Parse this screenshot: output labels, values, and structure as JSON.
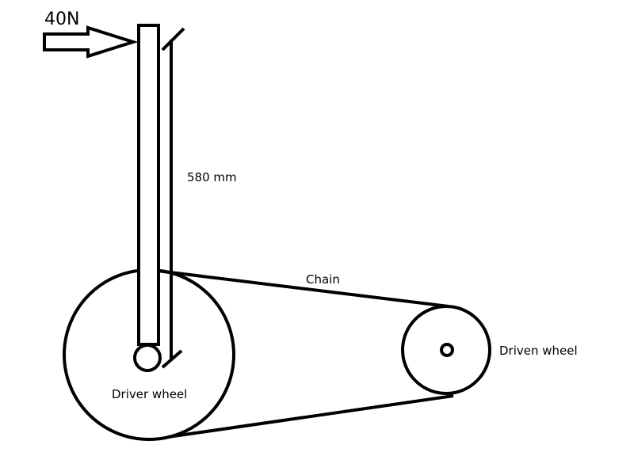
{
  "labels": {
    "force": "40N",
    "length": "580 mm",
    "chain": "Chain",
    "driver": "Driver wheel",
    "driven": "Driven wheel"
  },
  "colors": {
    "stroke": "#000000",
    "background": "#ffffff"
  }
}
